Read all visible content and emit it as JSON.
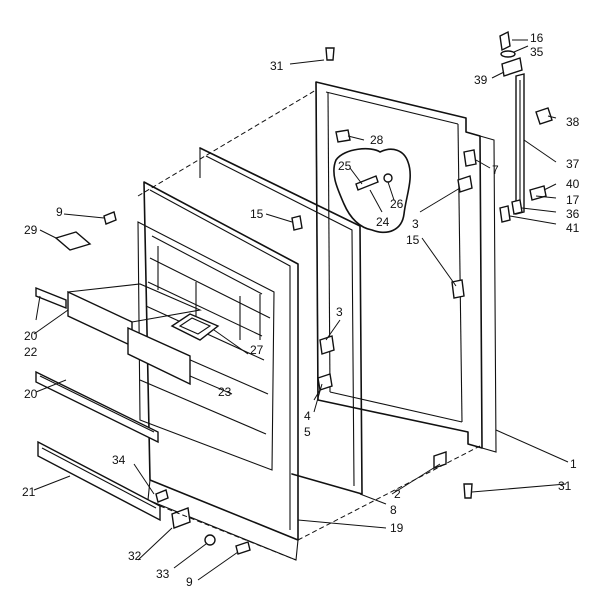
{
  "labels": {
    "p1": "1",
    "p2": "2",
    "p3a": "3",
    "p3b": "3",
    "p4": "4",
    "p5": "5",
    "p7": "7",
    "p8": "8",
    "p9a": "9",
    "p9b": "9",
    "p15a": "15",
    "p15b": "15",
    "p16": "16",
    "p17": "17",
    "p19": "19",
    "p20a": "20",
    "p20b": "20",
    "p21": "21",
    "p22": "22",
    "p23": "23",
    "p24": "24",
    "p25": "25",
    "p26": "26",
    "p27": "27",
    "p28": "28",
    "p29": "29",
    "p31a": "31",
    "p31b": "31",
    "p32": "32",
    "p33": "33",
    "p34": "34",
    "p35": "35",
    "p36": "36",
    "p37": "37",
    "p38": "38",
    "p39": "39",
    "p40": "40",
    "p41": "41"
  }
}
